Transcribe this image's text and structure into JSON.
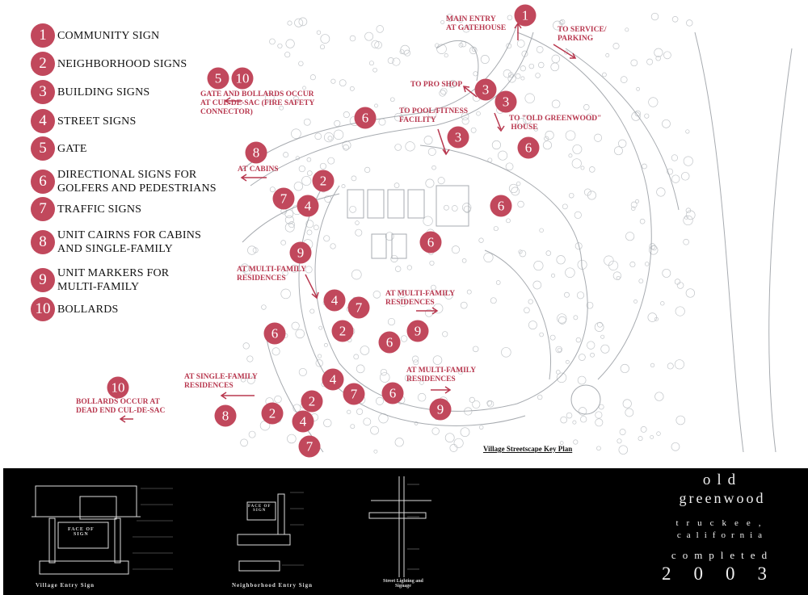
{
  "colors": {
    "marker": "#c1485c",
    "label": "#b8384f",
    "panel": "#000000"
  },
  "legend": [
    {
      "num": "1",
      "text": "COMMUNITY SIGN"
    },
    {
      "num": "2",
      "text": "NEIGHBORHOOD SIGNS"
    },
    {
      "num": "3",
      "text": "BUILDING SIGNS"
    },
    {
      "num": "4",
      "text": "STREET SIGNS"
    },
    {
      "num": "5",
      "text": "GATE"
    },
    {
      "num": "6",
      "text": "DIRECTIONAL SIGNS FOR\nGOLFERS AND PEDESTRIANS"
    },
    {
      "num": "7",
      "text": "TRAFFIC SIGNS"
    },
    {
      "num": "8",
      "text": "UNIT CAIRNS FOR CABINS\nAND SINGLE-FAMILY"
    },
    {
      "num": "9",
      "text": "UNIT MARKERS FOR\nMULTI-FAMILY"
    },
    {
      "num": "10",
      "text": "BOLLARDS"
    }
  ],
  "markers": [
    "1",
    "5",
    "10",
    "3",
    "3",
    "3",
    "6",
    "6",
    "6",
    "6",
    "8",
    "2",
    "7",
    "4",
    "9",
    "4",
    "7",
    "2",
    "6",
    "6",
    "9",
    "4",
    "7",
    "6",
    "2",
    "2",
    "4",
    "9",
    "7",
    "8",
    "10"
  ],
  "labels": [
    "MAIN ENTRY\nAT GATEHOUSE",
    "TO SERVICE/\nPARKING",
    "GATE AND BOLLARDS OCCUR\nAT CUL-DE-SAC (FIRE SAFETY\nCONNECTOR)",
    "TO PRO SHOP",
    "TO POOL/FITNESS\nFACILITY",
    "TO \"OLD GREENWOOD\"\n HOUSE",
    "AT CABINS",
    "AT MULTI-FAMILY\nRESIDENCES",
    "AT MULTI-FAMILY\nRESIDENCES",
    "AT MULTI-FAMILY\nRESIDENCES",
    "AT SINGLE-FAMILY\nRESIDENCES",
    "BOLLARDS OCCUR AT\nDEAD END CUL-DE-SAC"
  ],
  "key_plan_title": "Village Streetscape Key Plan",
  "drawings": {
    "village": "Village Entry Sign",
    "neighborhood": "Neighborhood Entry Sign",
    "street": "Street Lighting and\nSignage",
    "face_of_sign": "FACE OF\nSIGN"
  },
  "brand": {
    "line1": "old",
    "line2": "greenwood",
    "line3": "truckee,",
    "line4": "california",
    "line5": "completed",
    "line6": "2003"
  }
}
